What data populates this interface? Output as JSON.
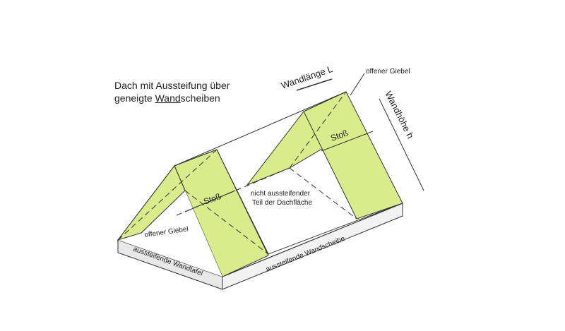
{
  "title": {
    "line1": "Dach mit Aussteifung über",
    "line2_underlined": "Wand",
    "line2_rest": "scheiben",
    "line2_prefix": "geneigte "
  },
  "labels": {
    "wall_length": "Wandlänge L",
    "open_gable_top": "offener Giebel",
    "wall_height": "Wandhöhe h",
    "joint_right": "Stoß",
    "joint_left": "Stoß",
    "non_bracing_line1": "nicht aussteifender",
    "non_bracing_line2": "Teil der Dachfläche",
    "open_gable_left": "offener Giebel",
    "bracing_wall_panel": "aussteifende Wandtafel",
    "bracing_wall_slab": "aussteifende Wandscheibe"
  },
  "colors": {
    "panel_fill": "#d8ec8c",
    "line": "#333333",
    "base_side": "#f2f2f2",
    "base_front": "#e8e8e8"
  }
}
